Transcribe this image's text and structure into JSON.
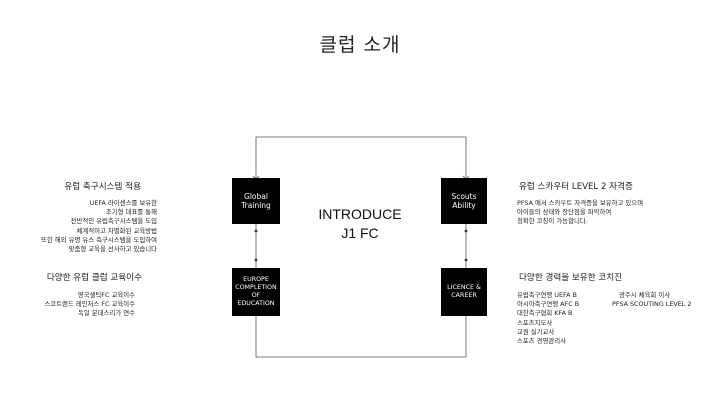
{
  "title": "클럽 소개",
  "center": {
    "line1": "INTRODUCE",
    "line2": "J1 FC"
  },
  "boxes": {
    "global": [
      "Global",
      "Training"
    ],
    "scouts": [
      "Scouts",
      "Ability"
    ],
    "europe": [
      "EUROPE",
      "COMPLETION",
      "OF",
      "EDUCATION"
    ],
    "licence": [
      "LICENCE &",
      "CAREER"
    ]
  },
  "upper_left": {
    "heading": "유럽 축구시스템 적용",
    "lines": [
      "UEFA 라이센스를 보유한",
      "조기형 대표를 통해",
      "전반적인 유럽축구시스템을 도입",
      "체계적이고 차별화된 교육방법",
      "또한 해외 유명 유스 축구시스템을 도입하여",
      "맞춤형 교육을  선사하고 있습니다"
    ]
  },
  "lower_left": {
    "heading": "다양한 유럽 클럽 교육이수",
    "lines": [
      "영국셀틱FC 교육이수",
      "스코트랜드 레인저스 FC 교육이수",
      "독일 분데스리가 연수"
    ]
  },
  "upper_right": {
    "heading": "유럽 스카우터 LEVEL 2 자격증",
    "lines": [
      "PFSA 에서 스카우트 자격증을 보유하고 있으며",
      "아이들의 상태와 장단점을 파악하여",
      "정확한 코칭이 가능합니다."
    ]
  },
  "lower_right": {
    "heading": "다양한 경력을 보유한 코치진",
    "lines": [
      "유럽축구연맹 UEFA B",
      "아시아축구연맹 AFC B",
      "대한축구협회 KFA B",
      "스포츠지도사",
      "교원 실기교사",
      "스포츠 경영관리사"
    ],
    "extra_lines": [
      "광주시 체육회 이사",
      "PFSA SCOUTING LEVEL  2"
    ]
  }
}
